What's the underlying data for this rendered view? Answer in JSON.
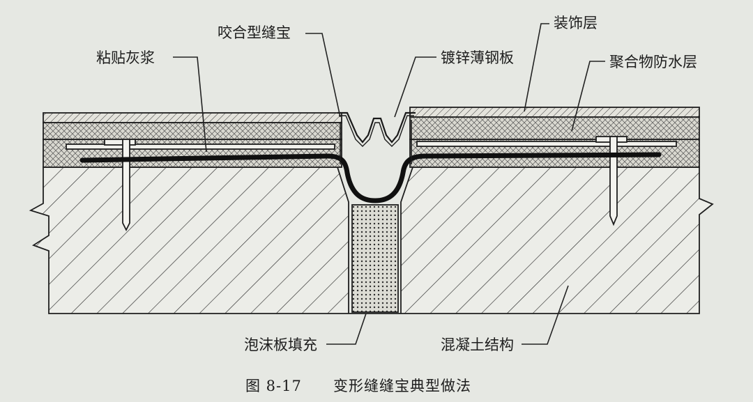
{
  "labels": {
    "adhesive_mortar": "粘贴灰浆",
    "interlocking_joint_cover": "咬合型缝宝",
    "galvanized_steel_sheet": "镀锌薄钢板",
    "decorative_layer": "装饰层",
    "polymer_waterproof_layer": "聚合物防水层",
    "foam_board_filling": "泡沫板填充",
    "concrete_structure": "混凝土结构"
  },
  "caption": {
    "number": "图 8-17",
    "title": "变形缝缝宝典型做法"
  }
}
